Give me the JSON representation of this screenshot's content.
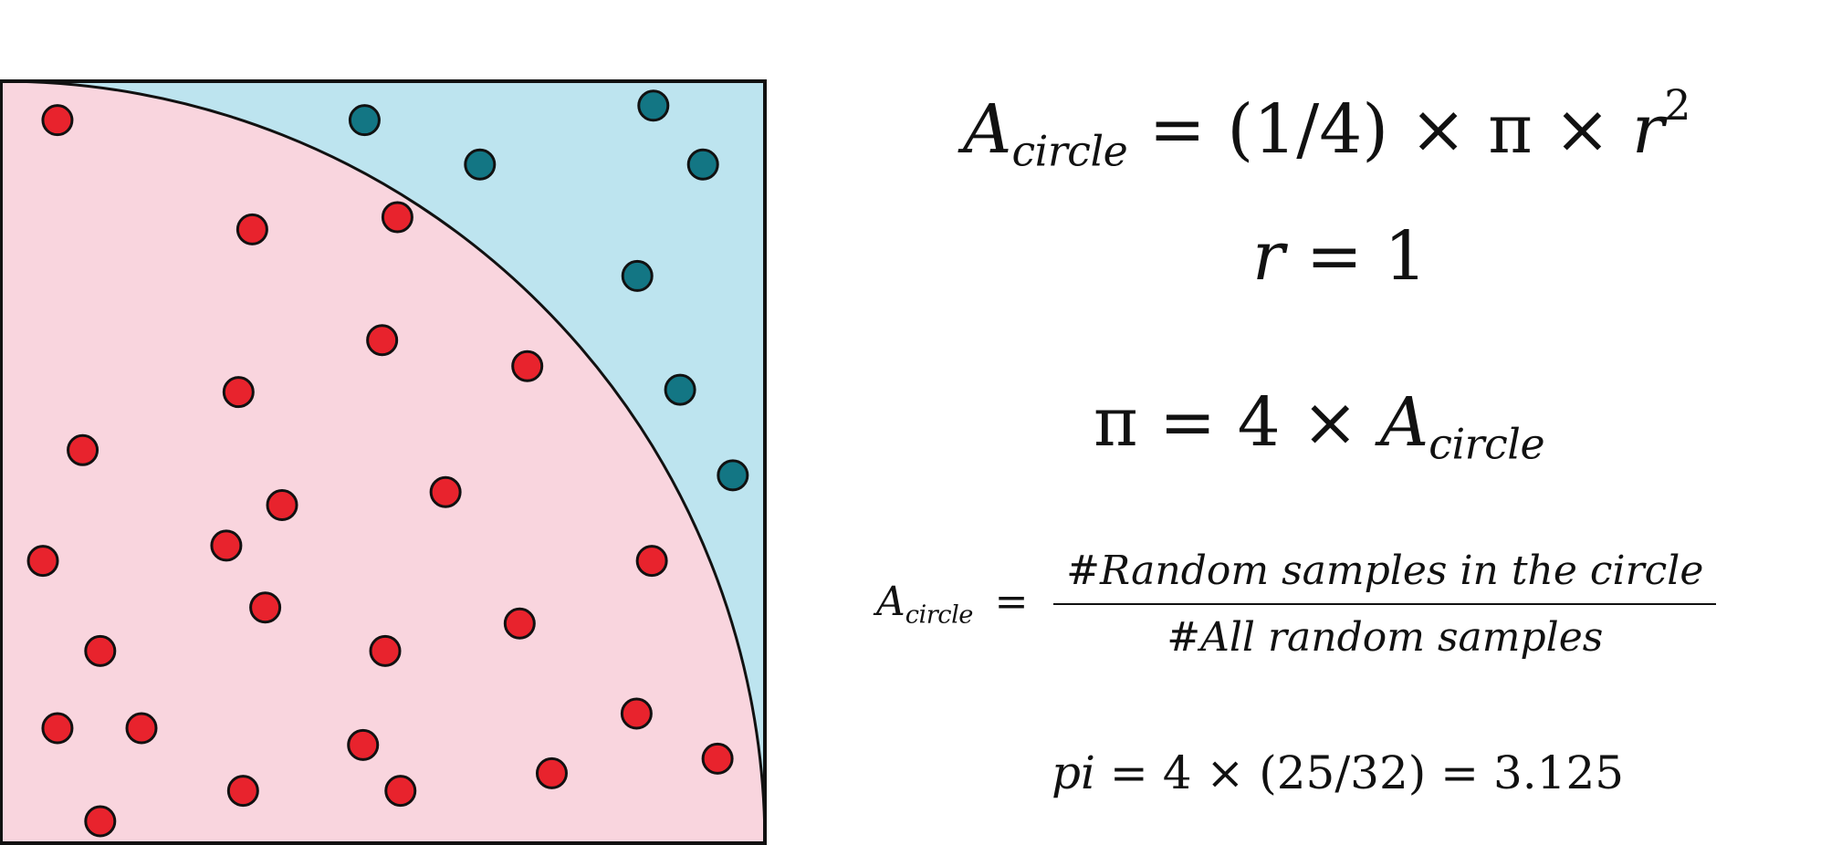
{
  "diagram": {
    "colors": {
      "inside_fill": "#f9d5de",
      "outside_fill": "#bde4ef",
      "inside_point": "#e8232d",
      "outside_point": "#137684",
      "stroke": "#111111"
    },
    "points_inside": [
      [
        0.074,
        0.949
      ],
      [
        0.329,
        0.806
      ],
      [
        0.519,
        0.822
      ],
      [
        0.499,
        0.661
      ],
      [
        0.311,
        0.593
      ],
      [
        0.689,
        0.627
      ],
      [
        0.107,
        0.517
      ],
      [
        0.368,
        0.445
      ],
      [
        0.582,
        0.462
      ],
      [
        0.055,
        0.372
      ],
      [
        0.295,
        0.392
      ],
      [
        0.346,
        0.311
      ],
      [
        0.852,
        0.372
      ],
      [
        0.13,
        0.254
      ],
      [
        0.503,
        0.254
      ],
      [
        0.679,
        0.29
      ],
      [
        0.074,
        0.153
      ],
      [
        0.184,
        0.153
      ],
      [
        0.474,
        0.131
      ],
      [
        0.832,
        0.172
      ],
      [
        0.938,
        0.113
      ],
      [
        0.13,
        0.031
      ],
      [
        0.317,
        0.071
      ],
      [
        0.523,
        0.071
      ],
      [
        0.721,
        0.094
      ]
    ],
    "points_outside": [
      [
        0.476,
        0.949
      ],
      [
        0.854,
        0.968
      ],
      [
        0.627,
        0.891
      ],
      [
        0.919,
        0.891
      ],
      [
        0.833,
        0.745
      ],
      [
        0.889,
        0.596
      ],
      [
        0.958,
        0.484
      ]
    ]
  },
  "equations": {
    "eq1": {
      "A": "A",
      "sub": "circle",
      "rest": "= (1/4) × π × ",
      "r": "r",
      "sup": "2"
    },
    "eq2": {
      "r": "r",
      "rest": "= 1"
    },
    "eq3": {
      "lhs": "π = 4 × ",
      "A": "A",
      "sub": "circle"
    },
    "eq4": {
      "A": "A",
      "sub": "circle",
      "eq": "=",
      "numerator": "#Random samples in the circle",
      "denominator": "#All random samples"
    },
    "eq5": {
      "pi": "pi",
      "rest": "= 4 × (25/32) = 3.125"
    }
  }
}
